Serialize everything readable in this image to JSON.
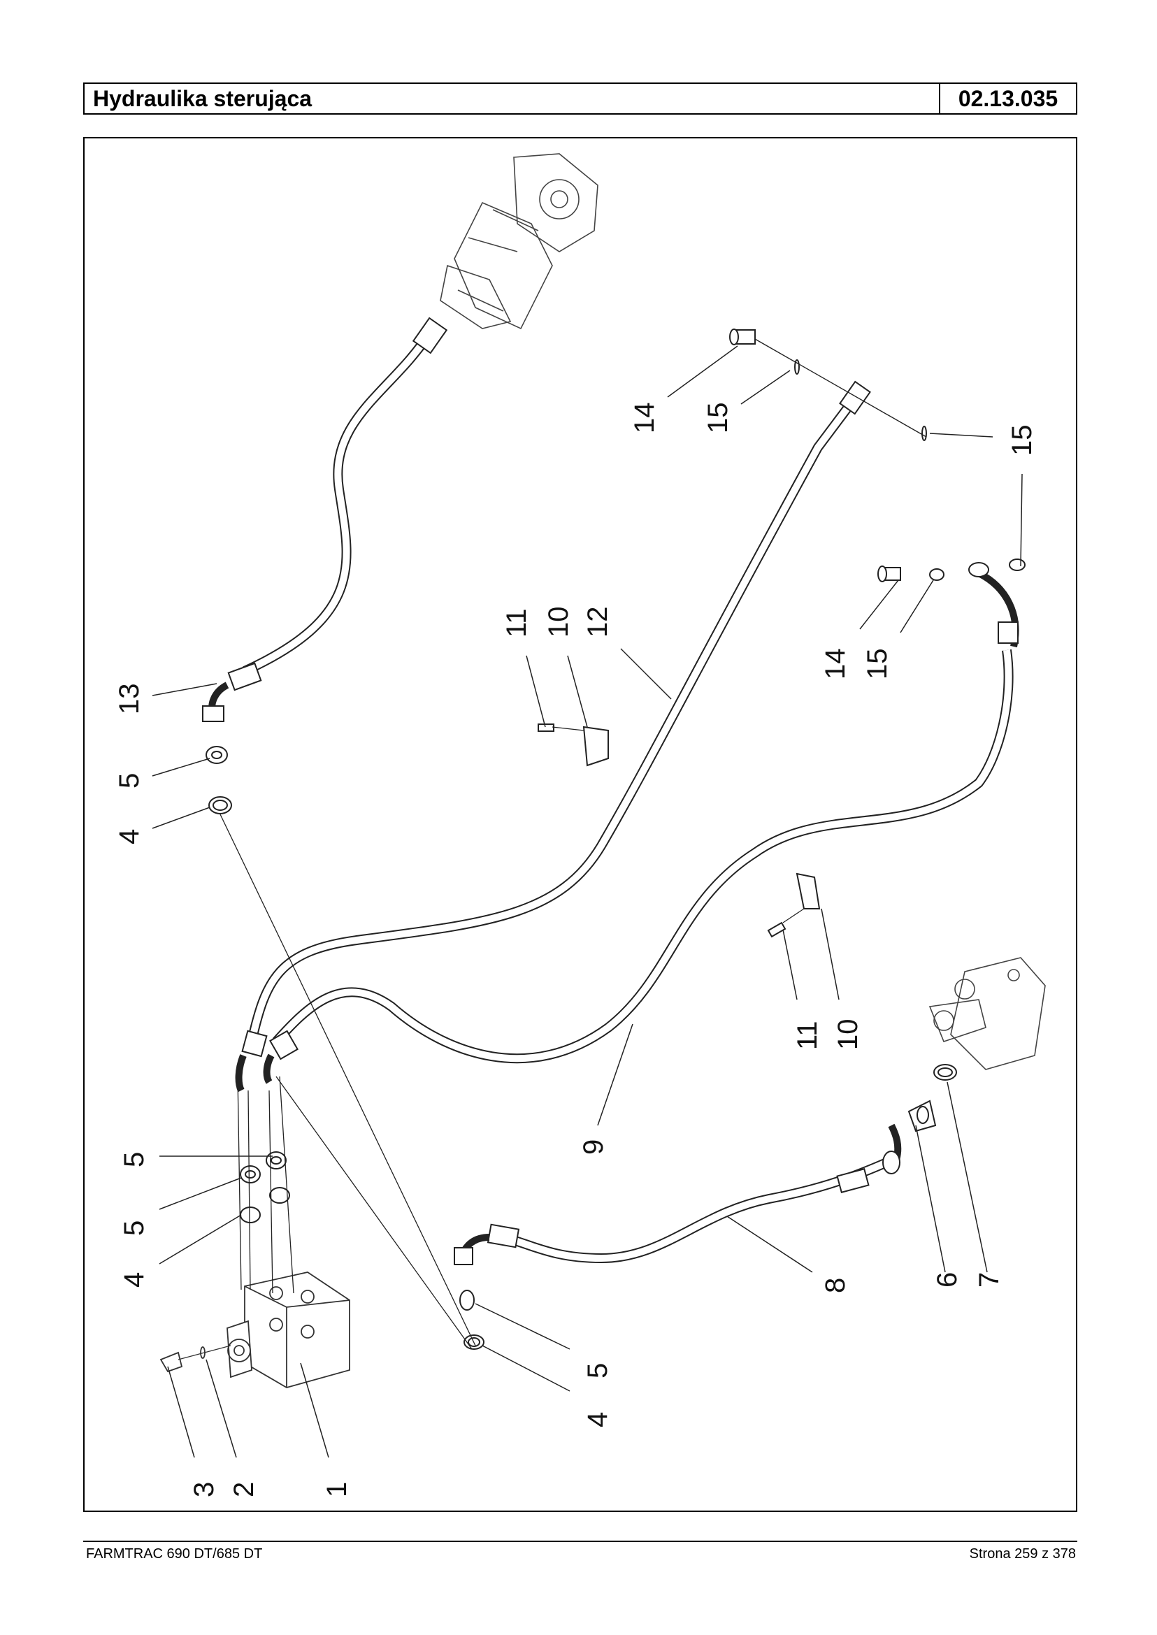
{
  "header": {
    "title": "Hydraulika sterująca",
    "code": "02.13.035"
  },
  "callouts": {
    "c14a": "14",
    "c15a": "15",
    "c15b": "15",
    "c15c": "15",
    "c11a": "11",
    "c10a": "10",
    "c12": "12",
    "c14b": "14",
    "c13": "13",
    "c5a": "5",
    "c4a": "4",
    "c11b": "11",
    "c10b": "10",
    "c9": "9",
    "c5b": "5",
    "c5c": "5",
    "c4b": "4",
    "c8": "8",
    "c6": "6",
    "c7": "7",
    "c5d": "5",
    "c4c": "4",
    "c3": "3",
    "c2": "2",
    "c1": "1"
  },
  "footer": {
    "left": "FARMTRAC 690 DT/685 DT",
    "right": "Strona 259 z 378"
  }
}
